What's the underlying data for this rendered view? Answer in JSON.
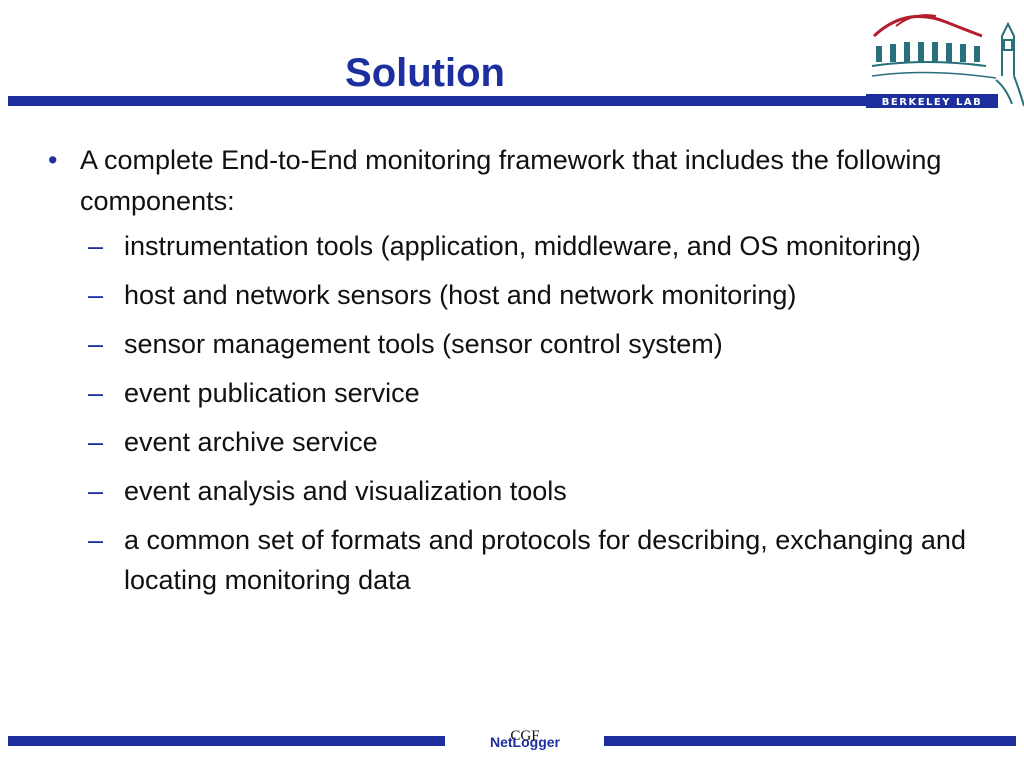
{
  "slide": {
    "title": "Solution",
    "bullets": [
      {
        "marker": "•",
        "text": "A complete End-to-End monitoring framework that includes the following components:",
        "subitems": [
          {
            "marker": "–",
            "text": "instrumentation tools (application, middleware, and OS monitoring)"
          },
          {
            "marker": "–",
            "text": "host and network sensors  (host and network monitoring)"
          },
          {
            "marker": "–",
            "text": "sensor management tools  (sensor control system)"
          },
          {
            "marker": "–",
            "text": "event publication service"
          },
          {
            "marker": "–",
            "text": "event archive service"
          },
          {
            "marker": "–",
            "text": "event analysis and visualization tools"
          },
          {
            "marker": "–",
            "text": "a common set of formats and protocols for describing, exchanging and locating monitoring data"
          }
        ]
      }
    ]
  },
  "logo": {
    "text": "BERKELEY LAB",
    "icon": "berkeley-lab-logo-icon"
  },
  "footer": {
    "text": "NetLogger",
    "overlay": "CGF"
  },
  "colors": {
    "accent": "#1d2f9e",
    "logo_red": "#b51c2c",
    "logo_teal": "#2a6f7c",
    "text": "#111111",
    "background": "#ffffff"
  }
}
